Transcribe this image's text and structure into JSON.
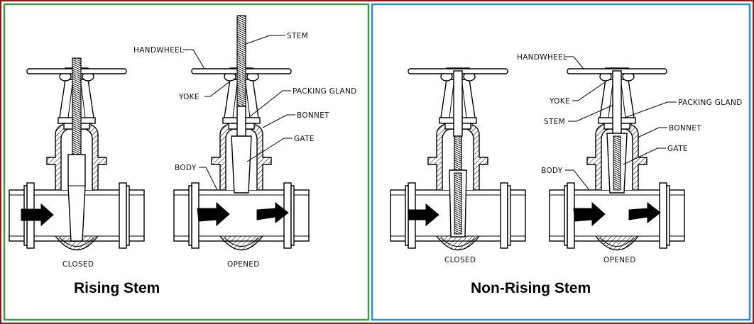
{
  "colors": {
    "outer_border": "#8b1a1a",
    "rising_panel_border": "#3a9a4a",
    "non_rising_panel_border": "#2a8fd0",
    "ink": "#000000",
    "background": "#ffffff"
  },
  "rising": {
    "title": "Rising Stem",
    "labels": {
      "handwheel": "HANDWHEEL",
      "stem": "STEM",
      "yoke": "YOKE",
      "packing_gland": "PACKING GLAND",
      "bonnet": "BONNET",
      "gate": "GATE",
      "body": "BODY"
    },
    "captions": {
      "closed": "CLOSED",
      "opened": "OPENED"
    }
  },
  "non_rising": {
    "title": "Non-Rising Stem",
    "labels": {
      "handwheel": "HANDWHEEL",
      "yoke": "YOKE",
      "packing_gland": "PACKING GLAND",
      "stem": "STEM",
      "bonnet": "BONNET",
      "gate": "GATE",
      "body": "BODY"
    },
    "captions": {
      "closed": "CLOSED",
      "opened": "OPENED"
    }
  }
}
